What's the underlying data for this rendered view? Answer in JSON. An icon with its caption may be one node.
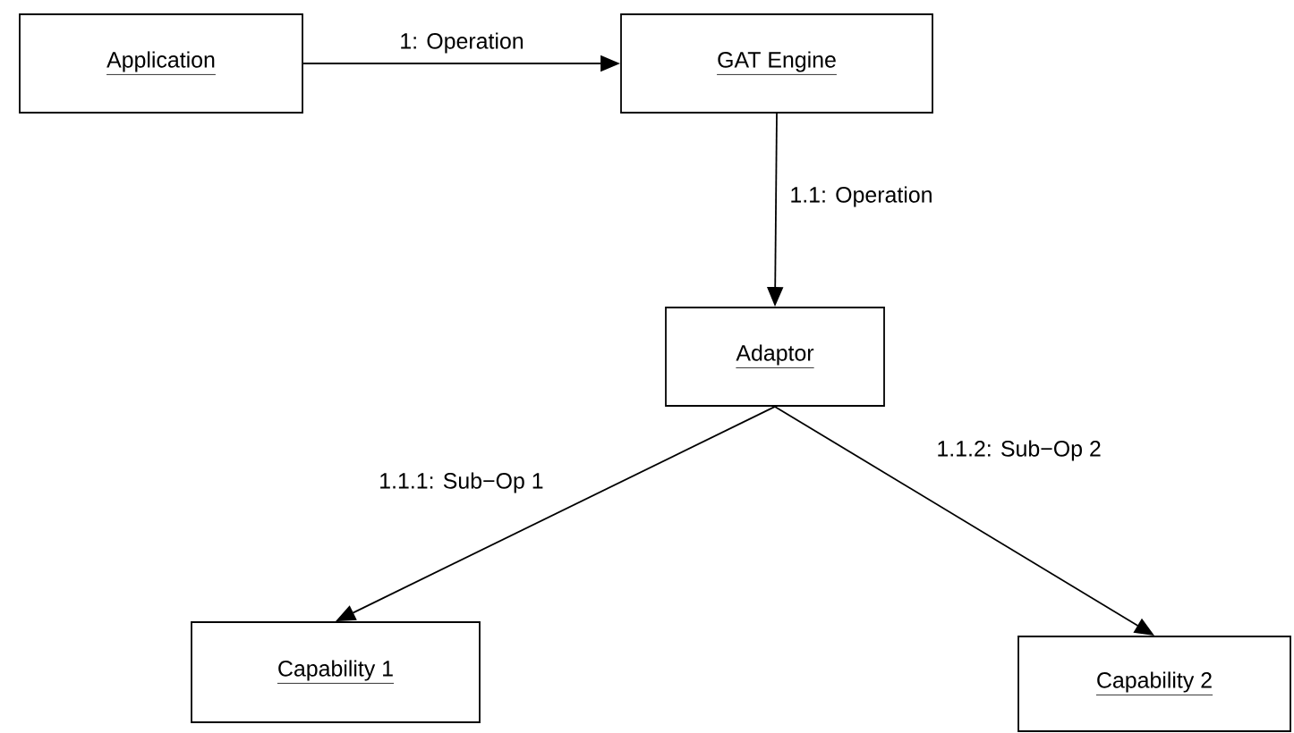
{
  "diagram": {
    "nodes": [
      {
        "text": [
          "Application"
        ]
      },
      {
        "text": [
          "GAT Engine"
        ]
      },
      {
        "text": [
          "Adaptor"
        ]
      },
      {
        "text": [
          "Capability 1"
        ]
      },
      {
        "text": [
          "Capability 2"
        ]
      }
    ],
    "edges": [
      {
        "from": 0,
        "to": 1,
        "arrow": "to",
        "label": "1: Operation"
      },
      {
        "from": 1,
        "to": 2,
        "arrow": "to",
        "label": "1.1: Operation"
      },
      {
        "from": 2,
        "to": 3,
        "arrow": "to",
        "label": "1.1.1: Sub−Op 1"
      },
      {
        "from": 2,
        "to": 4,
        "arrow": "to",
        "label": "1.1.2: Sub−Op 2"
      }
    ]
  }
}
